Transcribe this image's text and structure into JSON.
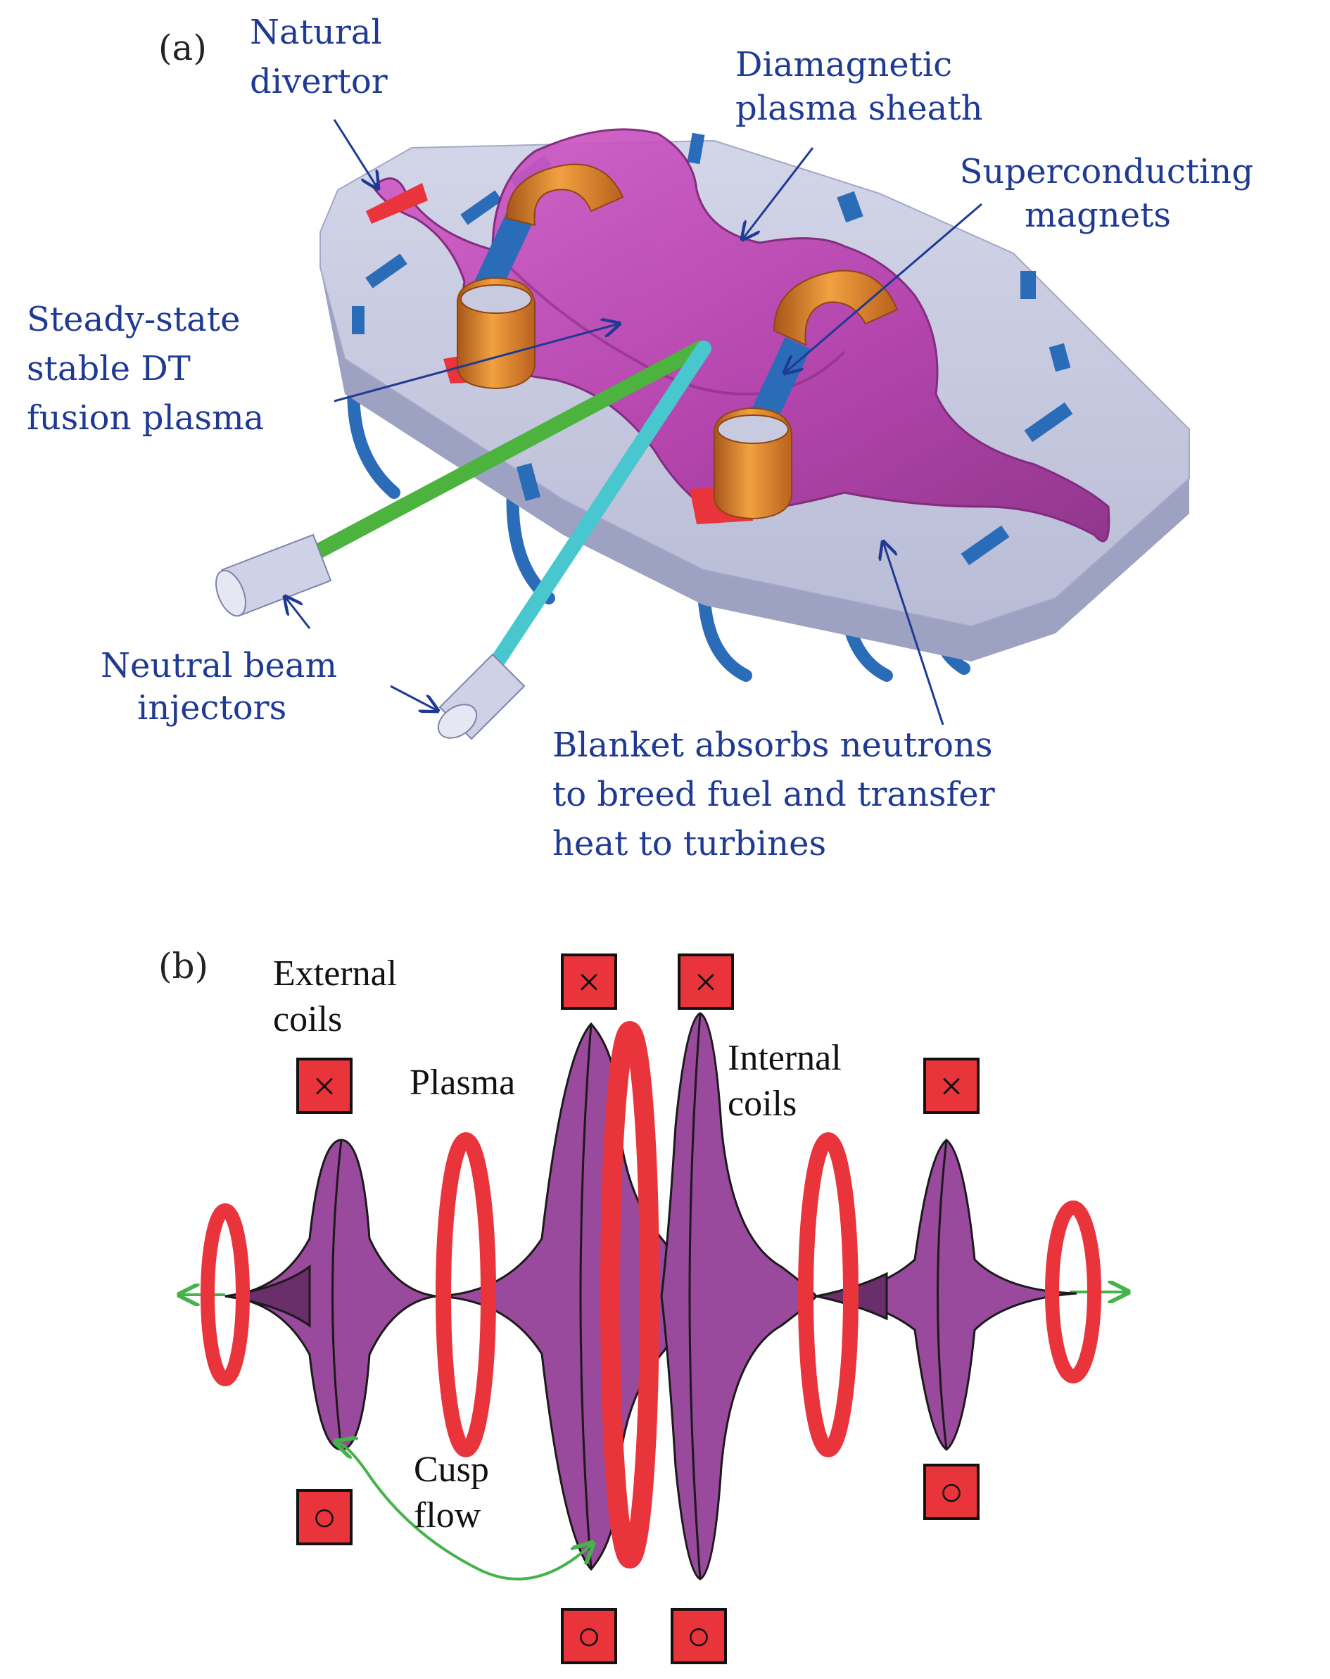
{
  "panel_a": {
    "tag": "(a)",
    "labels": {
      "natural_divertor": [
        "Natural",
        "divertor"
      ],
      "sheath": [
        "Diamagnetic",
        "plasma sheath"
      ],
      "magnets": [
        "Superconducting",
        "magnets"
      ],
      "plasma": [
        "Steady-state",
        "stable DT",
        "fusion plasma"
      ],
      "nbi": [
        "Neutral beam",
        "injectors"
      ],
      "blanket": [
        "Blanket absorbs neutrons",
        "to breed fuel and transfer",
        "heat to turbines"
      ]
    }
  },
  "panel_b": {
    "tag": "(b)",
    "labels": {
      "external_coils": [
        "External",
        "coils"
      ],
      "plasma": "Plasma",
      "internal_coils": [
        "Internal",
        "coils"
      ],
      "cusp_flow": [
        "Cusp",
        "flow"
      ]
    },
    "coil_symbols": {
      "into_page": "×",
      "out_of_page": "○"
    }
  },
  "colors": {
    "label_blue": "#1f3a93",
    "body_grey": "#c5c8de",
    "plasma_magenta": "#b83fae",
    "coil_orange": "#e3892a",
    "support_blue": "#2b6cb8",
    "beam_green": "#4cb33e",
    "beam_cyan": "#48c7cf",
    "coil_red": "#e8343a",
    "plasma_purple": "#9a4a9c",
    "flow_green": "#44b34a"
  }
}
